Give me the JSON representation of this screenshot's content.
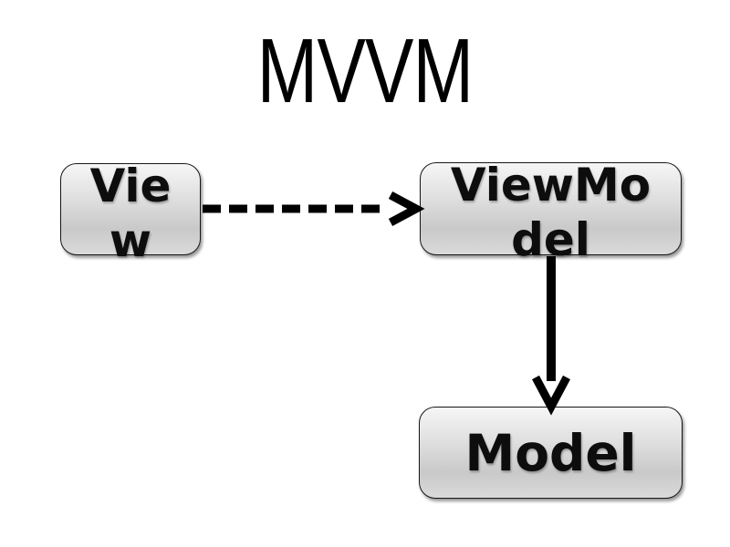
{
  "title": "MVVM",
  "colors": {
    "background": "#ffffff",
    "box_fill_top": "#f6f6f6",
    "box_fill_mid": "#c9c9c9",
    "box_fill_bottom": "#dadada",
    "box_border": "#161616",
    "arrow": "#000000",
    "text": "#0d0d0d"
  },
  "nodes": {
    "view": {
      "line1": "Vie",
      "line2": "w"
    },
    "viewmodel": {
      "line1": "ViewMo",
      "line2": "del"
    },
    "model": {
      "label": "Model"
    }
  },
  "edges": [
    {
      "from": "View",
      "to": "ViewModel",
      "style": "dashed",
      "direction": "right"
    },
    {
      "from": "ViewModel",
      "to": "Model",
      "style": "solid",
      "direction": "down"
    }
  ]
}
